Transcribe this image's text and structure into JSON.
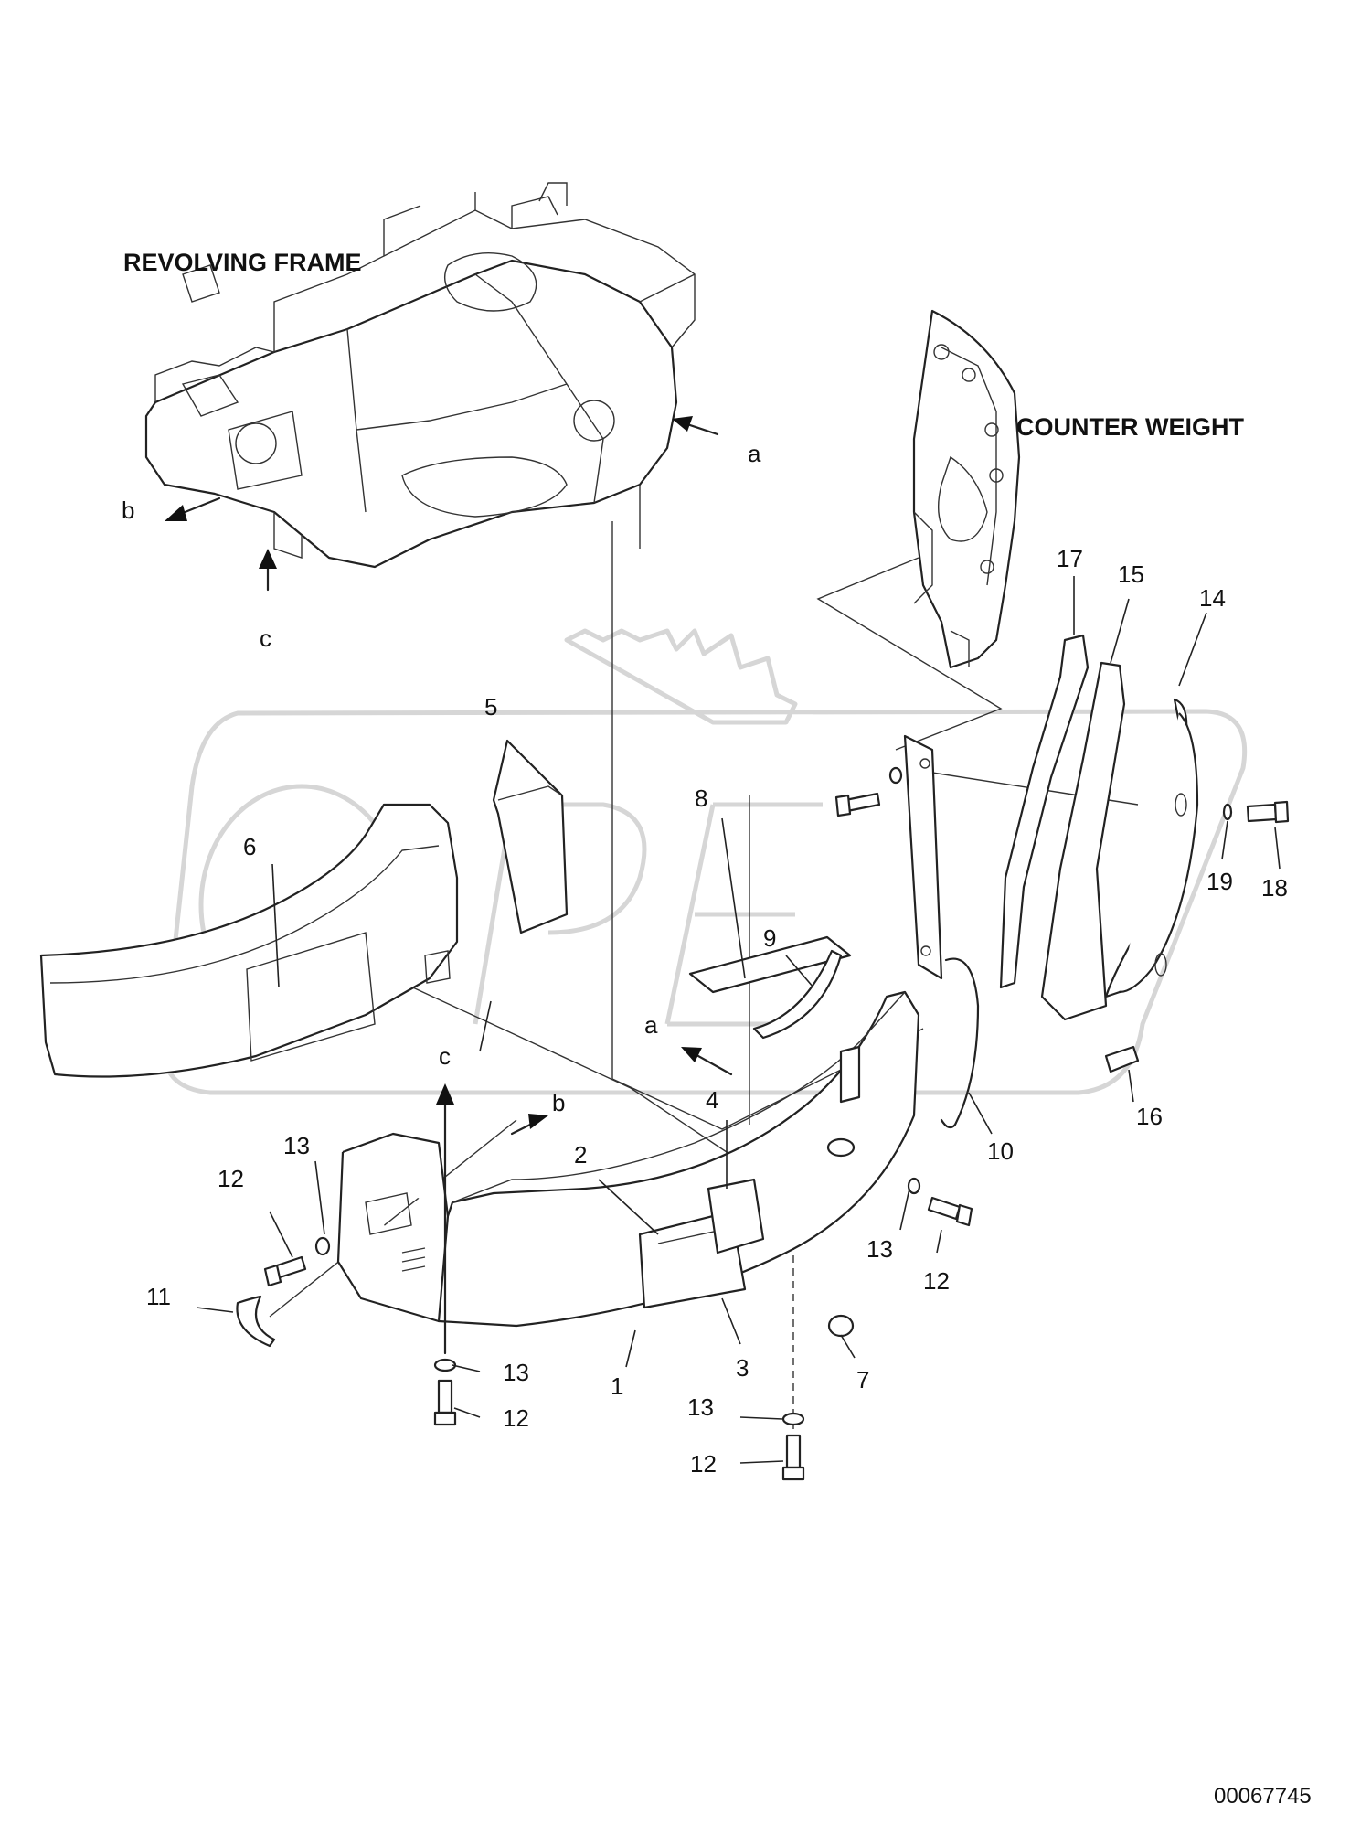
{
  "titles": {
    "revolving_frame": "REVOLVING FRAME",
    "counter_weight": "COUNTER WEIGHT"
  },
  "diagram_code": "00067745",
  "callouts": [
    {
      "id": "c1",
      "text": "1"
    },
    {
      "id": "c2",
      "text": "2"
    },
    {
      "id": "c3",
      "text": "3"
    },
    {
      "id": "c4",
      "text": "4"
    },
    {
      "id": "c5",
      "text": "5"
    },
    {
      "id": "c6",
      "text": "6"
    },
    {
      "id": "c7",
      "text": "7"
    },
    {
      "id": "c8",
      "text": "8"
    },
    {
      "id": "c9",
      "text": "9"
    },
    {
      "id": "c10",
      "text": "10"
    },
    {
      "id": "c11",
      "text": "11"
    },
    {
      "id": "c12a",
      "text": "12"
    },
    {
      "id": "c12b",
      "text": "12"
    },
    {
      "id": "c12c",
      "text": "12"
    },
    {
      "id": "c12d",
      "text": "12"
    },
    {
      "id": "c13a",
      "text": "13"
    },
    {
      "id": "c13b",
      "text": "13"
    },
    {
      "id": "c13c",
      "text": "13"
    },
    {
      "id": "c13d",
      "text": "13"
    },
    {
      "id": "c14",
      "text": "14"
    },
    {
      "id": "c15",
      "text": "15"
    },
    {
      "id": "c16",
      "text": "16"
    },
    {
      "id": "c17",
      "text": "17"
    },
    {
      "id": "c18",
      "text": "18"
    },
    {
      "id": "c19",
      "text": "19"
    }
  ],
  "reference_marks": [
    {
      "id": "a1",
      "text": "a"
    },
    {
      "id": "a2",
      "text": "a"
    },
    {
      "id": "b1",
      "text": "b"
    },
    {
      "id": "b2",
      "text": "b"
    },
    {
      "id": "cref1",
      "text": "c"
    },
    {
      "id": "cref2",
      "text": "c"
    }
  ]
}
